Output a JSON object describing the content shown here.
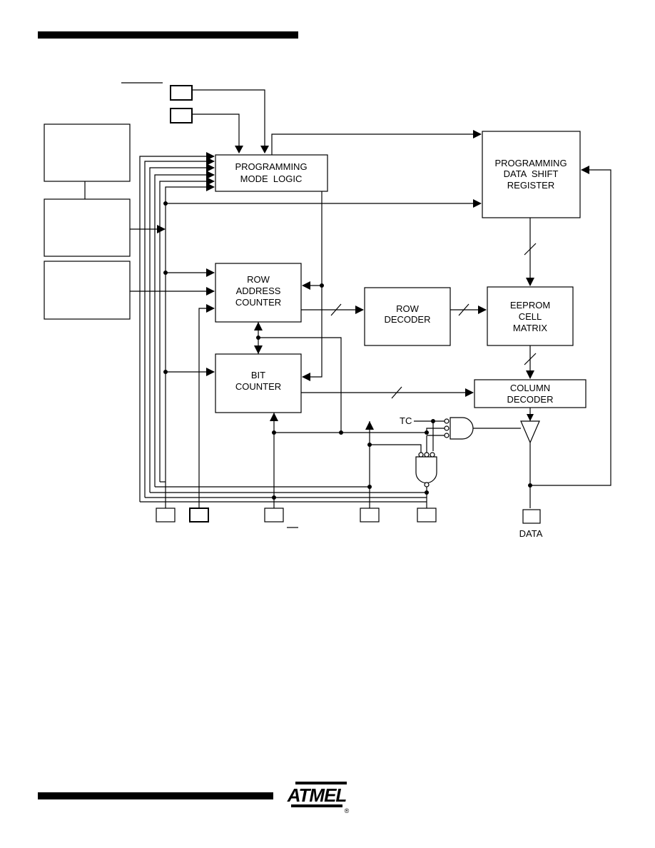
{
  "blocks": {
    "programming_mode_logic": [
      "PROGRAMMING",
      "MODE  LOGIC"
    ],
    "programming_data_shift_register": [
      "PROGRAMMING",
      "DATA  SHIFT",
      "REGISTER"
    ],
    "row_address_counter": [
      "ROW",
      "ADDRESS",
      "COUNTER"
    ],
    "row_decoder": [
      "ROW",
      "DECODER"
    ],
    "eeprom_cell_matrix": [
      "EEPROM",
      "CELL",
      "MATRIX"
    ],
    "bit_counter": [
      "BIT",
      "COUNTER"
    ],
    "column_decoder": [
      "COLUMN",
      "DECODER"
    ]
  },
  "labels": {
    "tc": "TC",
    "data": "DATA"
  },
  "logo": {
    "text": "ATMEL",
    "registered": "®"
  },
  "colors": {
    "ink": "#000000",
    "background": "#ffffff"
  }
}
